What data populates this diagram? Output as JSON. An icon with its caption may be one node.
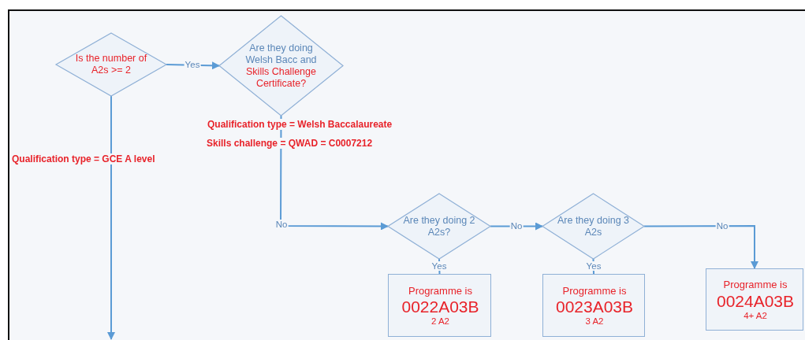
{
  "diagram": {
    "nodes": [
      {
        "text": [
          "Is the number of A2s >= 2"
        ]
      },
      {
        "text": [
          "Are they doing Welsh Bacc and",
          "Skills Challenge Certificate?"
        ]
      },
      {
        "text": [
          "Are they doing 2 A2s?"
        ]
      },
      {
        "text": [
          "Are they doing 3 A2s"
        ]
      },
      {
        "text": [
          "Programme is",
          "0022A03B",
          "2 A2"
        ]
      },
      {
        "text": [
          "Programme is",
          "0023A03B",
          "3 A2"
        ]
      },
      {
        "text": [
          "Programme is",
          "0024A03B",
          "4+ A2"
        ]
      }
    ],
    "edges": [
      {
        "from": 0,
        "to": 1,
        "arrow": "to",
        "label": "Yes"
      },
      {
        "from": 0,
        "to": null,
        "arrow": "to"
      },
      {
        "from": 1,
        "to": 2,
        "arrow": "to",
        "label": "No"
      },
      {
        "from": 2,
        "to": 3,
        "arrow": "to",
        "label": "No"
      },
      {
        "from": 3,
        "to": 6,
        "arrow": "to",
        "label": "No"
      },
      {
        "from": 2,
        "to": 4,
        "arrow": "none",
        "label": "Yes"
      },
      {
        "from": 3,
        "to": 5,
        "arrow": "none",
        "label": "Yes"
      }
    ],
    "labels": [
      "Qualification type = Welsh Baccalaureate",
      "Skills challenge = QWAD = C0007212",
      "Qualification type = GCE A level"
    ]
  }
}
